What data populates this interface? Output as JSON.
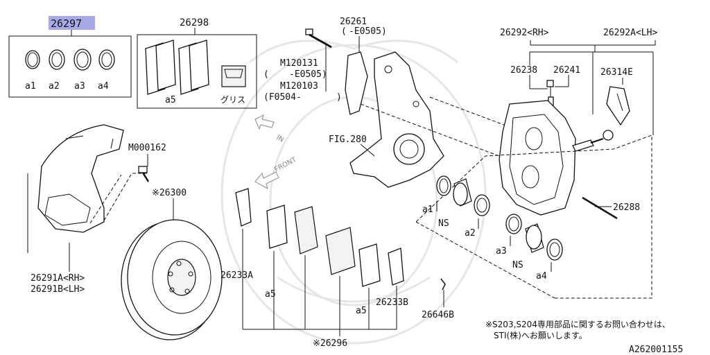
{
  "labels": {
    "kit_number": "26297",
    "pad_set_number": "26298",
    "a1": "a1",
    "a2": "a2",
    "a3": "a3",
    "a4": "a4",
    "a5": "a5",
    "grease": "グリス",
    "knuckle": "26261",
    "knuckle_date": "-E0505)",
    "knuckle_paren": "(",
    "bolt1": "M120131",
    "bolt1_date_open": "(",
    "bolt1_date": "-E0505)",
    "bolt2": "M120103",
    "bolt2_date": "(F0504-",
    "bolt2_close": ")",
    "caliper_rh": "26292<RH>",
    "caliper_lh": "26292A<LH>",
    "bleeder": "26238",
    "cap": "26241",
    "spring": "26314E",
    "screw": "M000162",
    "rotor": "※26300",
    "fig": "FIG.280",
    "in": "IN",
    "front": "FRONT",
    "cover_rh": "26291A<RH>",
    "cover_lh": "26291B<LH>",
    "pad_left": "26233A",
    "pad_right": "26233B",
    "pin": "26288",
    "clip": "26646B",
    "pad_set": "※26296",
    "ns": "NS",
    "note_line1": "※S203,S204専用部品に関するお問い合わせは、",
    "note_line2": "STI(株)へお願いします。",
    "ref": "A262001155"
  },
  "colors": {
    "highlight": "#a9a9e8"
  }
}
